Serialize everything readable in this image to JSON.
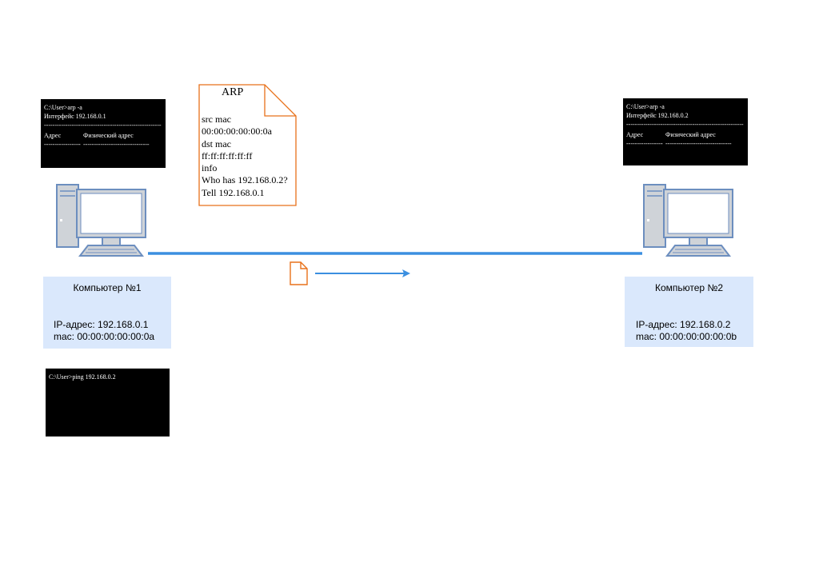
{
  "terminal1": {
    "command": "C:\\User>arp -a",
    "interface": "Интерфейс 192.168.0.1",
    "divider": "-------------------------------------------------------",
    "col_address": "Адрес",
    "col_physical": "Физический адрес",
    "col_address_dash": "------------------",
    "col_physical_dash": "-------------------------------"
  },
  "terminal2": {
    "command": "C:\\User>arp -a",
    "interface": "Интерфейс 192.168.0.2",
    "divider": "-------------------------------------------------------",
    "col_address": "Адрес",
    "col_physical": "Физический адрес",
    "col_address_dash": "------------------",
    "col_physical_dash": "-------------------------------"
  },
  "terminal3": {
    "command": "C:\\User>ping 192.168.0.2"
  },
  "arp_packet": {
    "title": "ARP",
    "lines": [
      "src mac",
      "00:00:00:00:00:0a",
      "dst mac",
      "ff:ff:ff:ff:ff:ff",
      "info",
      "Who has 192.168.0.2?",
      "Tell 192.168.0.1"
    ]
  },
  "computer1": {
    "name": "Компьютер №1",
    "ip": "IP-адрес: 192.168.0.1",
    "mac": "mac: 00:00:00:00:00:0a"
  },
  "computer2": {
    "name": "Компьютер №2",
    "ip": "IP-адрес: 192.168.0.2",
    "mac": "mac: 00:00:00:00:00:0b"
  },
  "colors": {
    "link": "#3b8fe0",
    "packet_border": "#e8711a",
    "label_bg": "#dae8fc",
    "pc_stroke": "#6c8ebf",
    "pc_fill": "#dae8fc",
    "pc_grey": "#cfd3d8"
  }
}
